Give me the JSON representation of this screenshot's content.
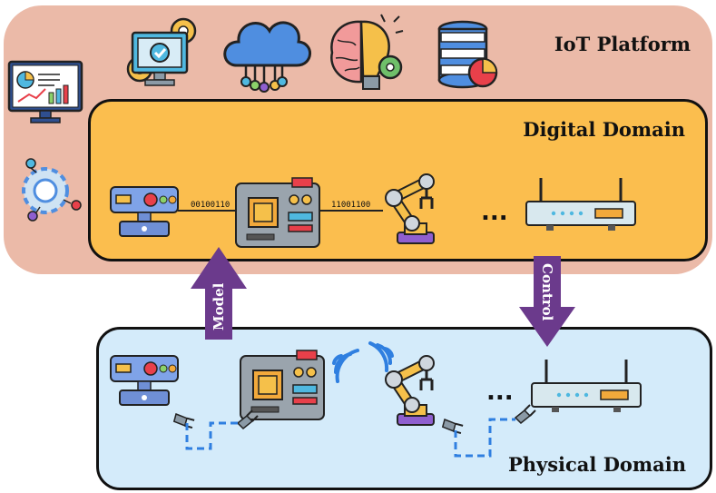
{
  "regions": {
    "iot_platform": "IoT Platform",
    "digital_domain": "Digital Domain",
    "physical_domain": "Physical Domain"
  },
  "arrows": {
    "model": "Model",
    "control": "Control"
  },
  "links": {
    "bits_1": "00100110",
    "bits_2": "11001100"
  },
  "ellipsis": "...",
  "icons": {
    "platform": [
      "monitor-gear-icon",
      "cloud-network-icon",
      "brain-bulb-icon",
      "database-chart-icon",
      "dashboard-monitor-icon",
      "gear-network-icon"
    ],
    "devices": [
      "server-icon",
      "circuit-board-icon",
      "robot-arm-icon",
      "router-icon"
    ]
  },
  "colors": {
    "iot_platform_bg": "#ebbaa8",
    "digital_bg": "#fbbe4e",
    "physical_bg": "#d4ebfa",
    "arrow": "#6b3a8c"
  }
}
